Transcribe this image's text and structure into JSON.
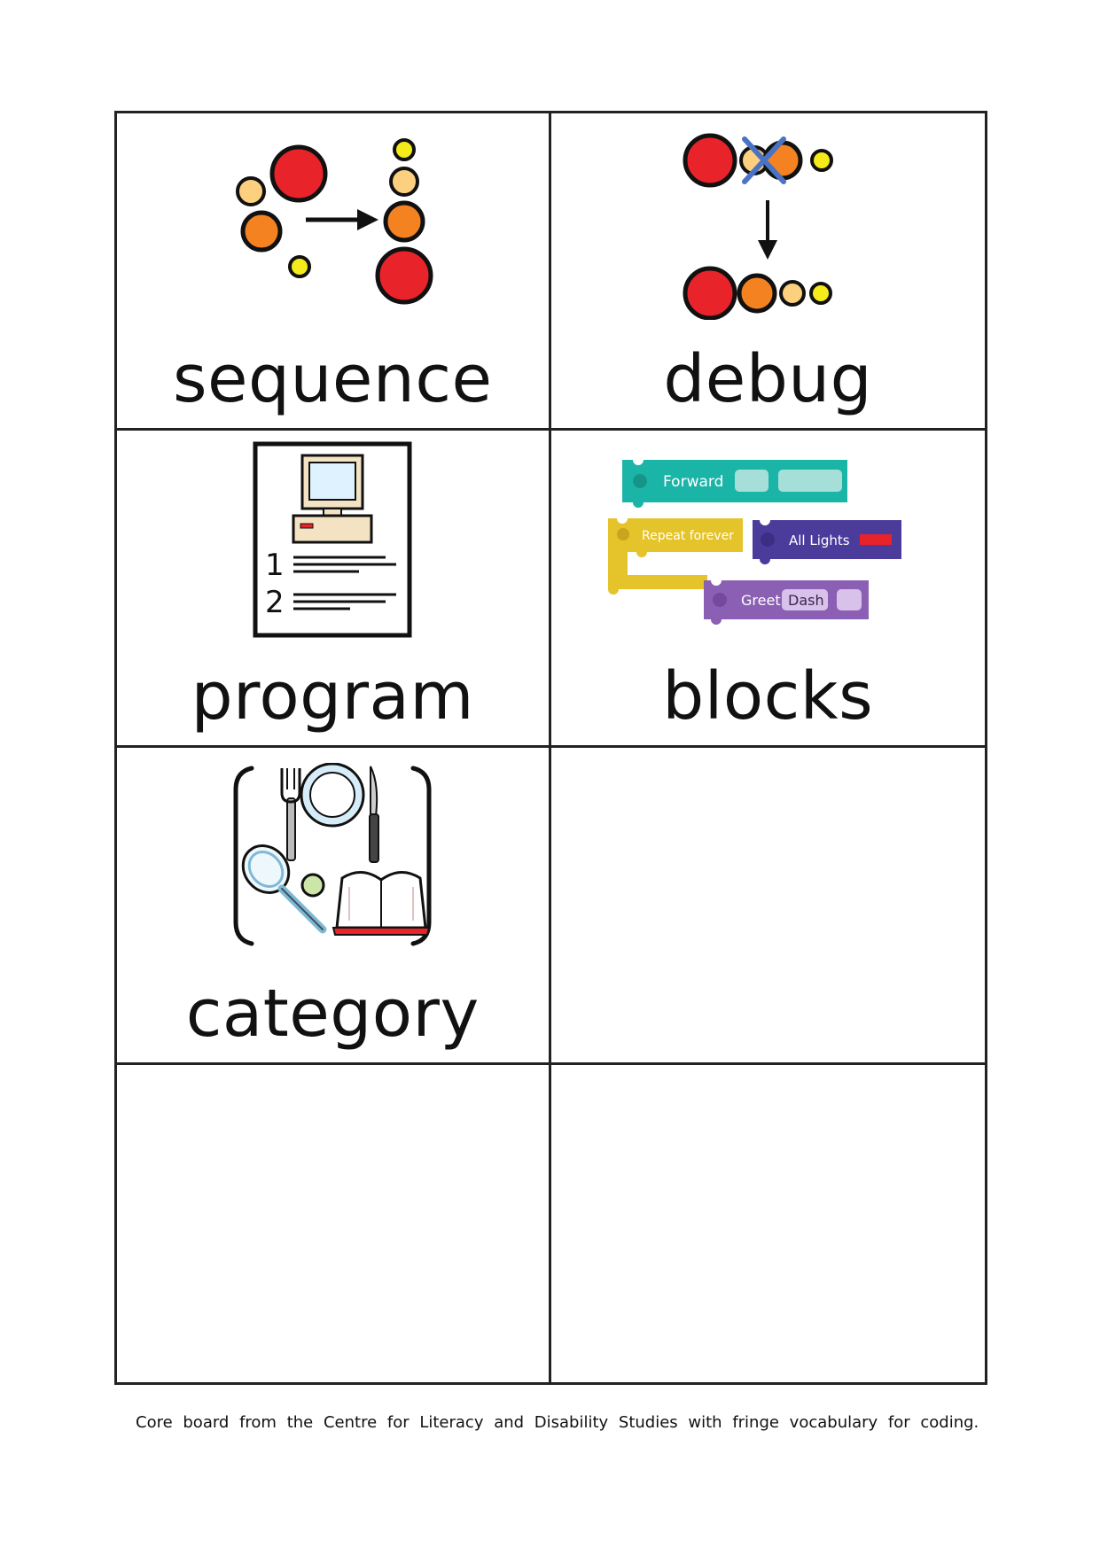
{
  "board": {
    "cells": [
      {
        "word": "sequence",
        "icon": "sequence-circles-icon"
      },
      {
        "word": "debug",
        "icon": "debug-circles-icon"
      },
      {
        "word": "program",
        "icon": "program-computer-icon"
      },
      {
        "word": "blocks",
        "icon": "coding-blocks-icon",
        "blocks": {
          "forward": "Forward",
          "repeat": "Repeat forever",
          "lights": "All Lights",
          "greet": "Greet",
          "greet_value": "Dash"
        }
      },
      {
        "word": "category",
        "icon": "category-items-icon"
      },
      {
        "word": ""
      },
      {
        "word": ""
      },
      {
        "word": ""
      }
    ]
  },
  "caption": "Core board from the Centre for Literacy and Disability Studies with fringe vocabulary for coding.",
  "colors": {
    "red": "#e8232a",
    "orange": "#f58220",
    "light_orange": "#fdd080",
    "yellow": "#f5ea1a",
    "teal": "#1bb5a8",
    "mustard": "#e5c32a",
    "indigo": "#4b3c9c",
    "purple": "#8b5fb3"
  }
}
